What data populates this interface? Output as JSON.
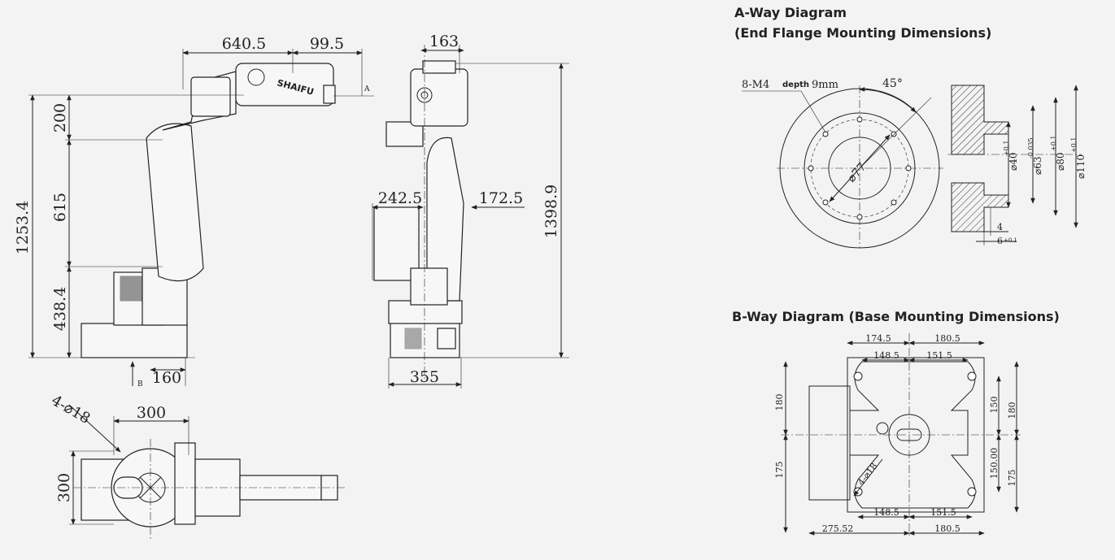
{
  "a_way": {
    "title_line1": "A-Way Diagram",
    "title_line2": "(End Flange Mounting Dimensions)",
    "holes_label": "8-M4",
    "depth_label": "depth",
    "depth_value": "9mm",
    "angle": "45°",
    "inner_dia": "⌀77",
    "dim_40": "⌀40",
    "dim_40_tol": "+0.1",
    "dim_63": "⌀63",
    "dim_63_tol": "-0.035",
    "dim_80": "⌀80",
    "dim_80_tol": "+0.1",
    "dim_110": "⌀110",
    "dim_110_tol": "+0.1",
    "dim_4": "4",
    "dim_6": "6",
    "dim_6_tol": "+0.1"
  },
  "b_way": {
    "title": "B-Way Diagram (Base Mounting Dimensions)",
    "top_174": "174.5",
    "top_180": "180.5",
    "top_148": "148.5",
    "top_151": "151.5",
    "left_180": "180",
    "left_175": "175",
    "right_150": "150",
    "right_150b": "150.00",
    "right_180": "180",
    "right_175": "175",
    "bot_148": "148.5",
    "bot_151": "151.5",
    "bot_275": "275.52",
    "bot_180": "180.5",
    "holes": "4-⌀18"
  },
  "side_view": {
    "d_640": "640.5",
    "d_99": "99.5",
    "d_200": "200",
    "d_615": "615",
    "d_1253": "1253.4",
    "d_438": "438.4",
    "d_160": "160",
    "label_a": "A",
    "label_b": "B"
  },
  "front_view": {
    "d_163": "163",
    "d_242": "242.5",
    "d_172": "172.5",
    "d_1398": "1398.9",
    "d_355": "355"
  },
  "top_view": {
    "holes": "4-⌀18",
    "d_300w": "300",
    "d_300h": "300"
  },
  "brand_text": "SHAIFU"
}
